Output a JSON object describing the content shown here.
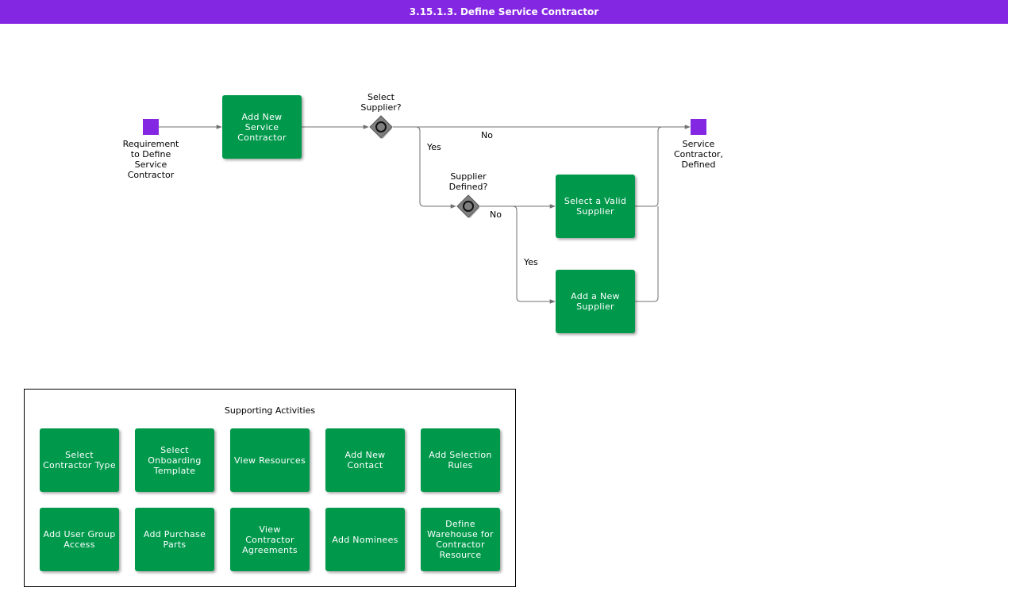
{
  "colors": {
    "title_bar": "#8427e2",
    "event": "#8427e2",
    "task": "#00994c",
    "gateway": "#7f7f7f",
    "flow": "#707070"
  },
  "header": {
    "title": "3.15.1.3. Define Service Contractor"
  },
  "diagram": {
    "start_event": {
      "label": "Requirement\nto Define\nService\nContractor"
    },
    "end_event": {
      "label": "Service\nContractor,\nDefined"
    },
    "tasks": {
      "add_new_service_contractor": "Add New\nService\nContractor",
      "select_valid_supplier": "Select a Valid\nSupplier",
      "add_new_supplier": "Add a New\nSupplier"
    },
    "gateways": {
      "select_supplier": {
        "label": "Select\nSupplier?",
        "icon": "circle-gateway-icon"
      },
      "supplier_defined": {
        "label": "Supplier\nDefined?",
        "icon": "circle-gateway-icon"
      }
    },
    "flow_labels": {
      "select_supplier_no": "No",
      "select_supplier_yes": "Yes",
      "supplier_defined_no": "No",
      "supplier_defined_yes": "Yes"
    }
  },
  "supporting": {
    "title": "Supporting Activities",
    "row1": [
      "Select\nContractor Type",
      "Select\nOnboarding\nTemplate",
      "View Resources",
      "Add New\nContact",
      "Add Selection\nRules"
    ],
    "row2": [
      "Add User Group\nAccess",
      "Add Purchase\nParts",
      "View Contractor\nAgreements",
      "Add Nominees",
      "Define\nWarehouse for\nContractor\nResource"
    ]
  }
}
